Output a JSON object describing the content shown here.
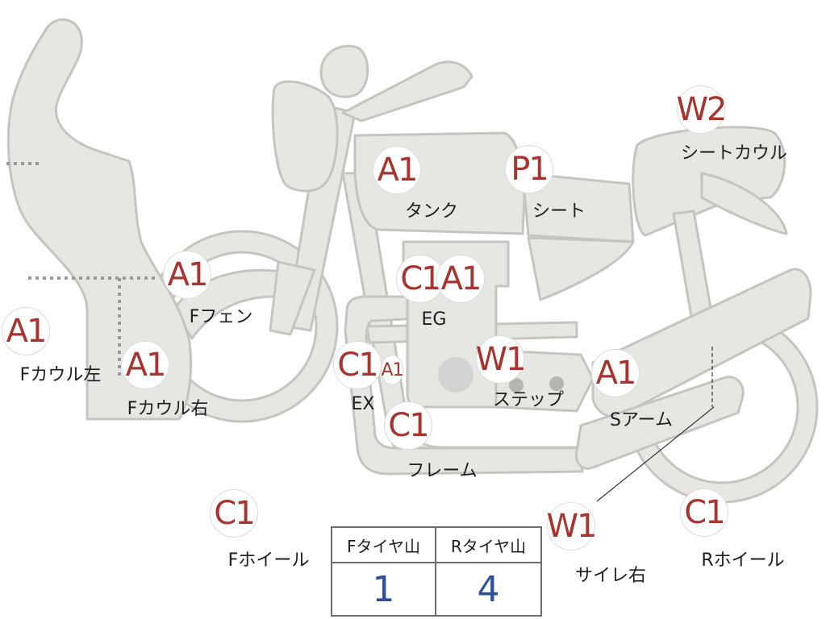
{
  "grades": [
    {
      "id": "f-cowl-left",
      "text": "A1"
    },
    {
      "id": "f-cowl-right",
      "text": "A1"
    },
    {
      "id": "f-fender",
      "text": "A1"
    },
    {
      "id": "tank",
      "text": "A1"
    },
    {
      "id": "seat",
      "text": "P1"
    },
    {
      "id": "seat-cowl",
      "text": "W2"
    },
    {
      "id": "eg-c",
      "text": "C1"
    },
    {
      "id": "eg-a",
      "text": "A1"
    },
    {
      "id": "ex-c",
      "text": "C1"
    },
    {
      "id": "ex-a",
      "text": "A1"
    },
    {
      "id": "frame",
      "text": "C1"
    },
    {
      "id": "step",
      "text": "W1"
    },
    {
      "id": "s-arm",
      "text": "A1"
    },
    {
      "id": "f-wheel",
      "text": "C1"
    },
    {
      "id": "muffler-right",
      "text": "W1"
    },
    {
      "id": "r-wheel",
      "text": "C1"
    }
  ],
  "parts": [
    {
      "id": "f-cowl-left",
      "label": "Fカウル左"
    },
    {
      "id": "f-cowl-right",
      "label": "Fカウル右"
    },
    {
      "id": "f-fender",
      "label": "Fフェン"
    },
    {
      "id": "tank",
      "label": "タンク"
    },
    {
      "id": "seat",
      "label": "シート"
    },
    {
      "id": "seat-cowl",
      "label": "シートカウル"
    },
    {
      "id": "eg",
      "label": "EG"
    },
    {
      "id": "ex",
      "label": "EX"
    },
    {
      "id": "frame",
      "label": "フレーム"
    },
    {
      "id": "step",
      "label": "ステップ"
    },
    {
      "id": "s-arm",
      "label": "Sアーム"
    },
    {
      "id": "f-wheel",
      "label": "Fホイール"
    },
    {
      "id": "muffler-right",
      "label": "サイレ右"
    },
    {
      "id": "r-wheel",
      "label": "Rホイール"
    }
  ],
  "tire_table": {
    "front_header": "Fタイヤ山",
    "rear_header": "Rタイヤ山",
    "front_value": "1",
    "rear_value": "4"
  },
  "colors": {
    "grade_text": "#a8342f",
    "value_text": "#2f4f98",
    "body_fill": "#e6e6e3"
  }
}
